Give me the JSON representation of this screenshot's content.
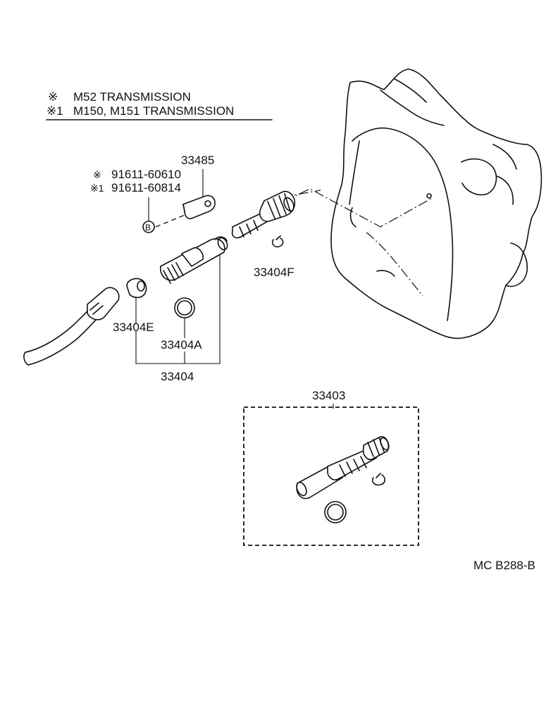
{
  "legend": {
    "line1_symbol": "※",
    "line1_text": "M52 TRANSMISSION",
    "line2_symbol": "※1",
    "line2_text": "M150, M151 TRANSMISSION"
  },
  "parts": {
    "bolt_note_1_symbol": "※",
    "bolt_note_1": "91611-60610",
    "bolt_note_2_symbol": "※1",
    "bolt_note_2": "91611-60814",
    "bolt_marker": "B",
    "plate": "33485",
    "clip": "33404F",
    "bushing": "33404E",
    "oring": "33404A",
    "sleeve_assy": "33404",
    "kit": "33403"
  },
  "footer": {
    "code": "MC B288-B"
  }
}
